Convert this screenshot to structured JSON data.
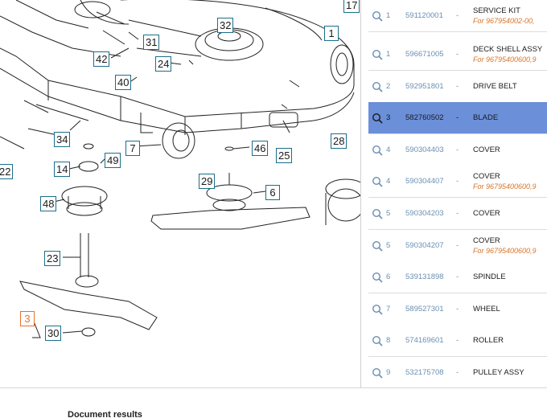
{
  "diagram": {
    "callouts": [
      "17",
      "32",
      "1",
      "31",
      "42",
      "24",
      "40",
      "34",
      "7",
      "46",
      "25",
      "28",
      "22",
      "14",
      "49",
      "29",
      "6",
      "48",
      "23",
      "3",
      "30"
    ],
    "active_callout": "3"
  },
  "parts": [
    {
      "position": "1",
      "number": "591120001",
      "dash": "-",
      "name": "SERVICE KIT",
      "for": "For 967954002-00,"
    },
    {
      "position": "1",
      "number": "596671005",
      "dash": "-",
      "name": "DECK SHELL ASSY",
      "for": "For 96795400600,9"
    },
    {
      "position": "2",
      "number": "592951801",
      "dash": "-",
      "name": "DRIVE BELT",
      "for": ""
    },
    {
      "position": "3",
      "number": "582760502",
      "dash": "-",
      "name": "BLADE",
      "for": "",
      "selected": true
    },
    {
      "position": "4",
      "number": "590304403",
      "dash": "-",
      "name": "COVER",
      "for": ""
    },
    {
      "position": "4",
      "number": "590304407",
      "dash": "-",
      "name": "COVER",
      "for": "For 96795400600,9"
    },
    {
      "position": "5",
      "number": "590304203",
      "dash": "-",
      "name": "COVER",
      "for": ""
    },
    {
      "position": "5",
      "number": "590304207",
      "dash": "-",
      "name": "COVER",
      "for": "For 96795400600,9"
    },
    {
      "position": "6",
      "number": "539131898",
      "dash": "-",
      "name": "SPINDLE",
      "for": ""
    },
    {
      "position": "7",
      "number": "589527301",
      "dash": "-",
      "name": "WHEEL",
      "for": ""
    },
    {
      "position": "8",
      "number": "574169601",
      "dash": "-",
      "name": "ROLLER",
      "for": ""
    },
    {
      "position": "9",
      "number": "532175708",
      "dash": "-",
      "name": "PULLEY ASSY",
      "for": ""
    }
  ],
  "footer": {
    "doc_results": "Document results"
  },
  "colors": {
    "selected_row": "#6b8fd9",
    "link": "#6a8fb3",
    "for_text": "#d8762c",
    "callout_border": "#1a6f8a",
    "active_callout": "#e8702a"
  },
  "icons": {
    "row_icon": "magnifier-icon"
  }
}
